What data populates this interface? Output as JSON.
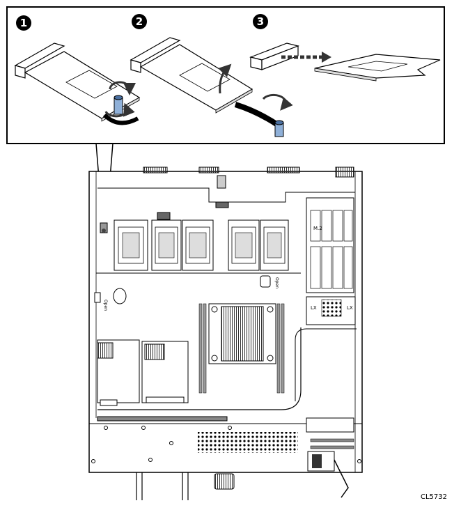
{
  "steps": [
    {
      "number": "1"
    },
    {
      "number": "2"
    },
    {
      "number": "3"
    }
  ],
  "labels": {
    "open_left": "Open",
    "open_right": "Open",
    "lx_left": "LX",
    "lx_right": "LX",
    "drive_label": "M.2"
  },
  "figure_id": "CL5732",
  "colors": {
    "line": "#000000",
    "fill": "#ffffff",
    "grey": "#b0b0b0",
    "dark_grey": "#6a6a6a",
    "blue_standoff": "#8fb0d8",
    "arrow": "#333333"
  },
  "icons": [
    "rotate-arrow-icon",
    "lift-arrow-icon",
    "slide-arrow-icon"
  ]
}
